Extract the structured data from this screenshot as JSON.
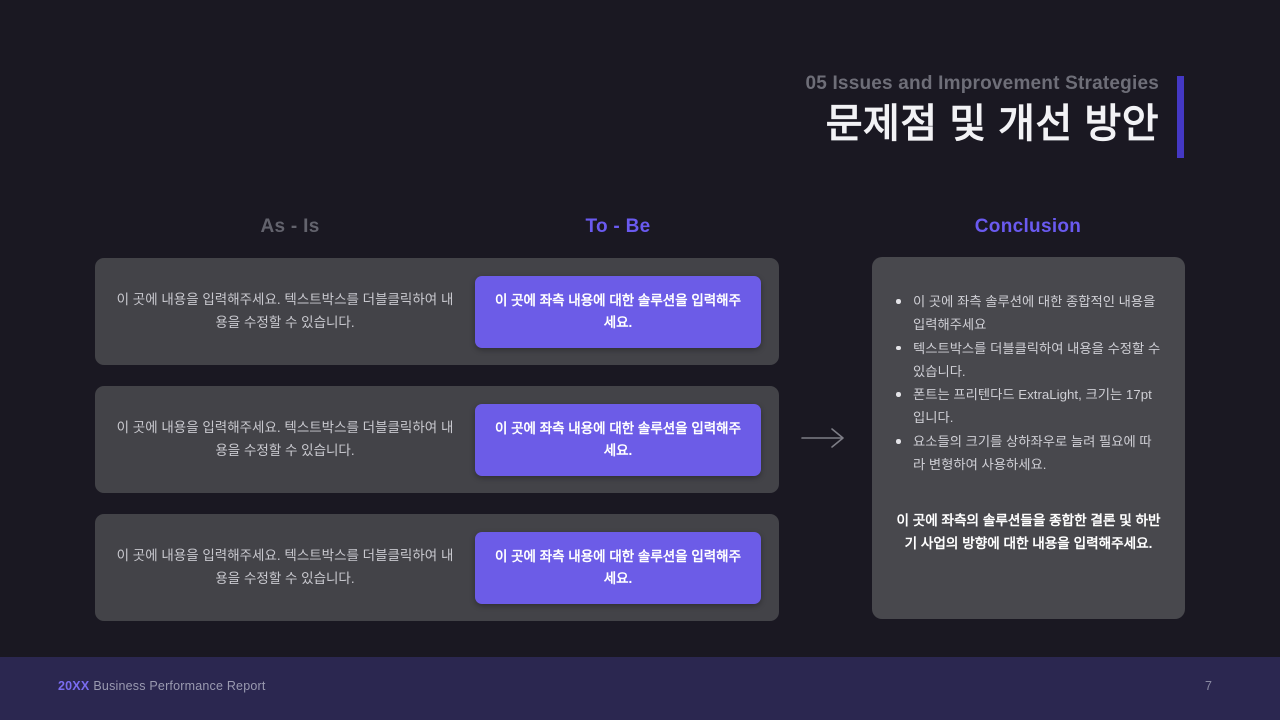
{
  "header": {
    "eyebrow": "05 Issues and Improvement Strategies",
    "title": "문제점 및 개선 방안",
    "accent_color": "#4438c4"
  },
  "columns": {
    "as_is_label": "As - Is",
    "to_be_label": "To - Be",
    "conclusion_label": "Conclusion"
  },
  "rows": [
    {
      "as_is": "이 곳에 내용을 입력해주세요. 텍스트박스를 더블클릭하여 내용을 수정할 수 있습니다.",
      "to_be": "이 곳에 좌측 내용에 대한 솔루션을 입력해주세요."
    },
    {
      "as_is": "이 곳에 내용을 입력해주세요. 텍스트박스를 더블클릭하여 내용을 수정할 수 있습니다.",
      "to_be": "이 곳에 좌측 내용에 대한 솔루션을 입력해주세요."
    },
    {
      "as_is": "이 곳에 내용을 입력해주세요. 텍스트박스를 더블클릭하여 내용을 수정할 수 있습니다.",
      "to_be": "이 곳에 좌측 내용에 대한 솔루션을 입력해주세요."
    }
  ],
  "arrow": {
    "icon": "arrow-right-icon"
  },
  "conclusion_panel": {
    "bullets": [
      "이 곳에 좌측 솔루션에 대한 종합적인 내용을 입력해주세요",
      "텍스트박스를 더블클릭하여 내용을 수정할 수 있습니다.",
      "폰트는 프리텐다드 ExtraLight, 크기는 17pt 입니다.",
      "요소들의 크기를 상하좌우로 늘려 필요에 따라 변형하여 사용하세요."
    ],
    "summary": "이 곳에 좌측의 솔루션들을 종합한 결론 및 하반기 사업의 방향에 대한 내용을 입력해주세요."
  },
  "footer": {
    "year": "20XX",
    "label": "Business Performance Report",
    "page_number": "7"
  },
  "theme": {
    "background": "#1a1822",
    "accent_purple": "#6c5ce7",
    "card_gray": "#434348",
    "panel_gray": "#48484d",
    "footer_band": "#2b2750"
  }
}
